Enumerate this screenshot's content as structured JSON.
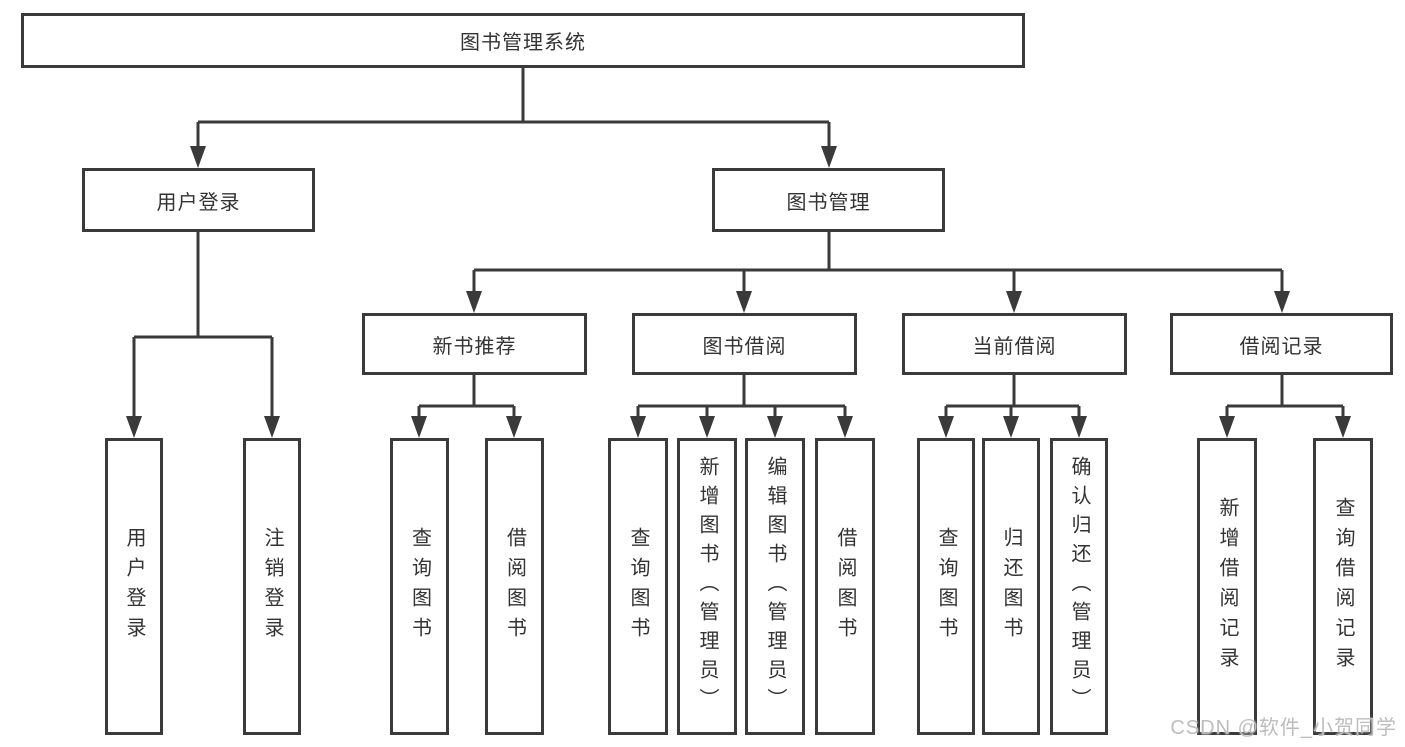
{
  "tree": {
    "label": "图书管理系统",
    "children": [
      {
        "label": "用户登录",
        "children": [
          {
            "label": "用户登录"
          },
          {
            "label": "注销登录"
          }
        ]
      },
      {
        "label": "图书管理",
        "children": [
          {
            "label": "新书推荐",
            "children": [
              {
                "label": "查询图书"
              },
              {
                "label": "借阅图书"
              }
            ]
          },
          {
            "label": "图书借阅",
            "children": [
              {
                "label": "查询图书"
              },
              {
                "label": "新增图书（管理员）"
              },
              {
                "label": "编辑图书（管理员）"
              },
              {
                "label": "借阅图书"
              }
            ]
          },
          {
            "label": "当前借阅",
            "children": [
              {
                "label": "查询图书"
              },
              {
                "label": "归还图书"
              },
              {
                "label": "确认归还（管理员）"
              }
            ]
          },
          {
            "label": "借阅记录",
            "children": [
              {
                "label": "新增借阅记录"
              },
              {
                "label": "查询借阅记录"
              }
            ]
          }
        ]
      }
    ]
  },
  "watermark": "CSDN @软件_小贺同学",
  "colors": {
    "line": "#3a3a3a",
    "box_border": "#3a3a3a",
    "box_background": "#ffffff",
    "text": "#333333",
    "watermark": "#bdbdbd",
    "background": "#ffffff"
  }
}
